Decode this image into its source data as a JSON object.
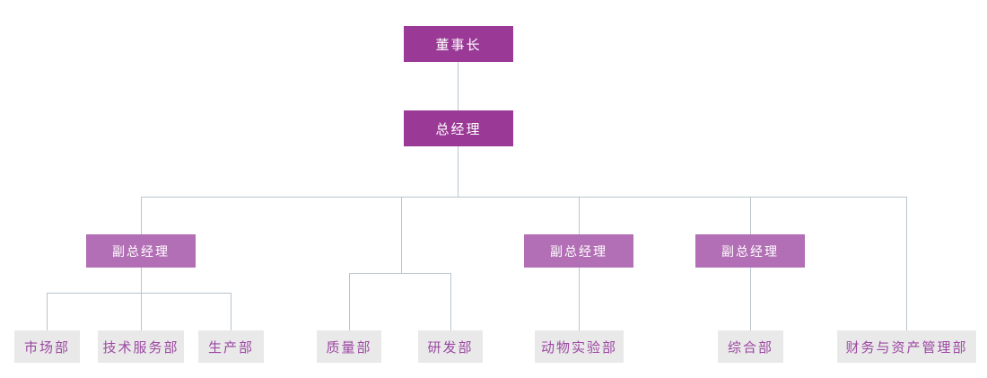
{
  "org_chart": {
    "chairman": {
      "label": "董事长"
    },
    "general_manager": {
      "label": "总经理"
    },
    "deputies": [
      {
        "label": "副总经理"
      },
      {
        "label": "副总经理"
      },
      {
        "label": "副总经理"
      }
    ],
    "departments": [
      {
        "label": "市场部"
      },
      {
        "label": "技术服务部"
      },
      {
        "label": "生产部"
      },
      {
        "label": "质量部"
      },
      {
        "label": "研发部"
      },
      {
        "label": "动物实验部"
      },
      {
        "label": "综合部"
      },
      {
        "label": "财务与资产管理部"
      }
    ],
    "colors": {
      "executive_box": "#9a3a96",
      "executive_text": "#ffffff",
      "deputy_box": "#b26fb5",
      "deputy_text": "#ffffff",
      "department_box": "#e9e9e9",
      "department_text": "#9c48a2",
      "connector": "#b7c5cf"
    }
  }
}
